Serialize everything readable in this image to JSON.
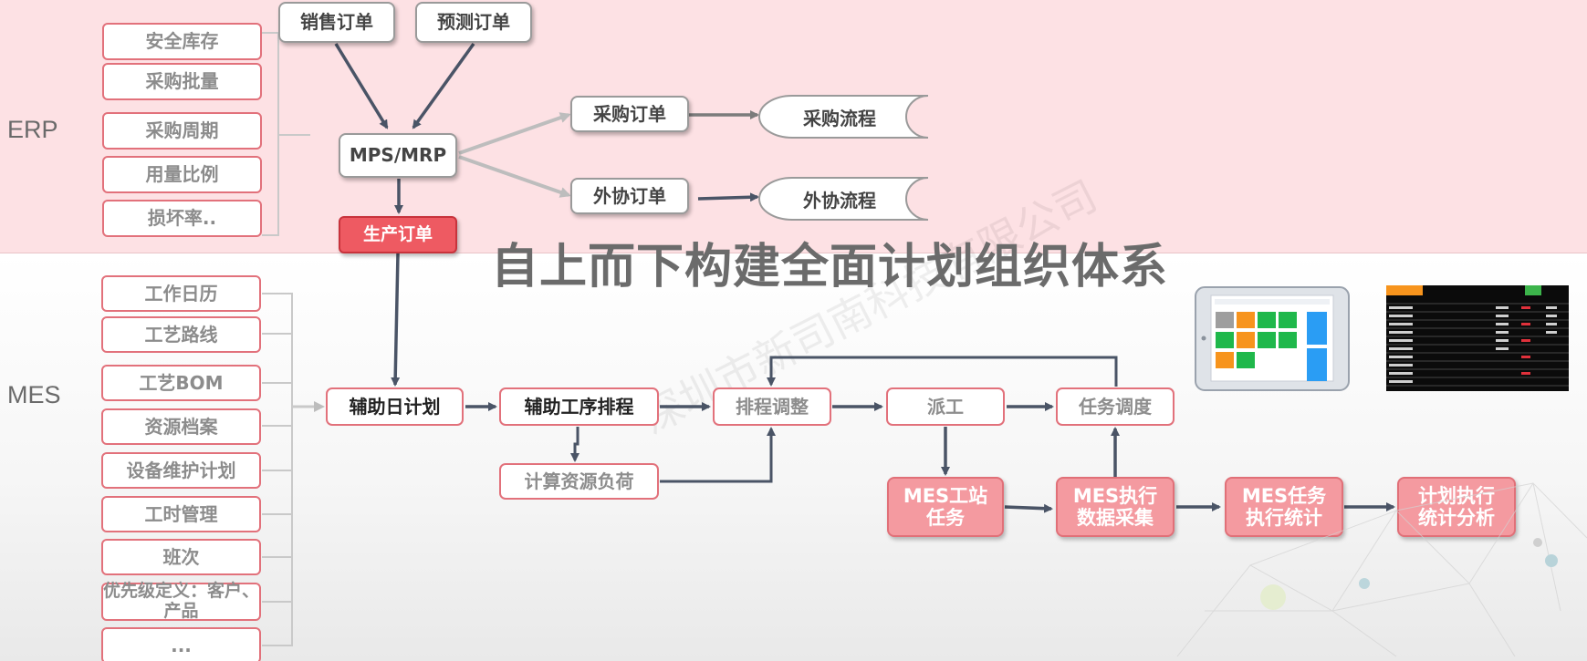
{
  "sections": {
    "erp": "ERP",
    "mes": "MES"
  },
  "title": "自上而下构建全面计划组织体系",
  "watermark": "深圳市新司南科技有限公司",
  "erp_inputs": [
    "安全库存",
    "采购批量",
    "采购周期",
    "用量比例",
    "损坏率.."
  ],
  "orders": {
    "sales": "销售订单",
    "forecast": "预测订单"
  },
  "mps": "MPS/MRP",
  "production_order": "生产订单",
  "purchase_order": "采购订单",
  "purchase_flow": "采购流程",
  "outsource_order": "外协订单",
  "outsource_flow": "外协流程",
  "mes_inputs": [
    "工作日历",
    "工艺路线",
    "工艺BOM",
    "资源档案",
    "设备维护计划",
    "工时管理",
    "班次",
    "优先级定义：客户、产品",
    "..."
  ],
  "flow": {
    "daily_plan": "辅助日计划",
    "process_schedule": "辅助工序排程",
    "schedule_adjust": "排程调整",
    "dispatch": "派工",
    "task_dispatch": "任务调度",
    "resource_load": "计算资源负荷",
    "station_task": [
      "MES工站",
      "任务"
    ],
    "exec_collect": [
      "MES执行",
      "数据采集"
    ],
    "task_stats": [
      "MES任务",
      "执行统计"
    ],
    "plan_analysis": [
      "计划执行",
      "统计分析"
    ]
  },
  "colors": {
    "erp_band": "#fde1e4",
    "box_border": "#e2717b",
    "red": "#ee5a62",
    "pink": "#f49aa0",
    "arrow": "#4a5466"
  }
}
